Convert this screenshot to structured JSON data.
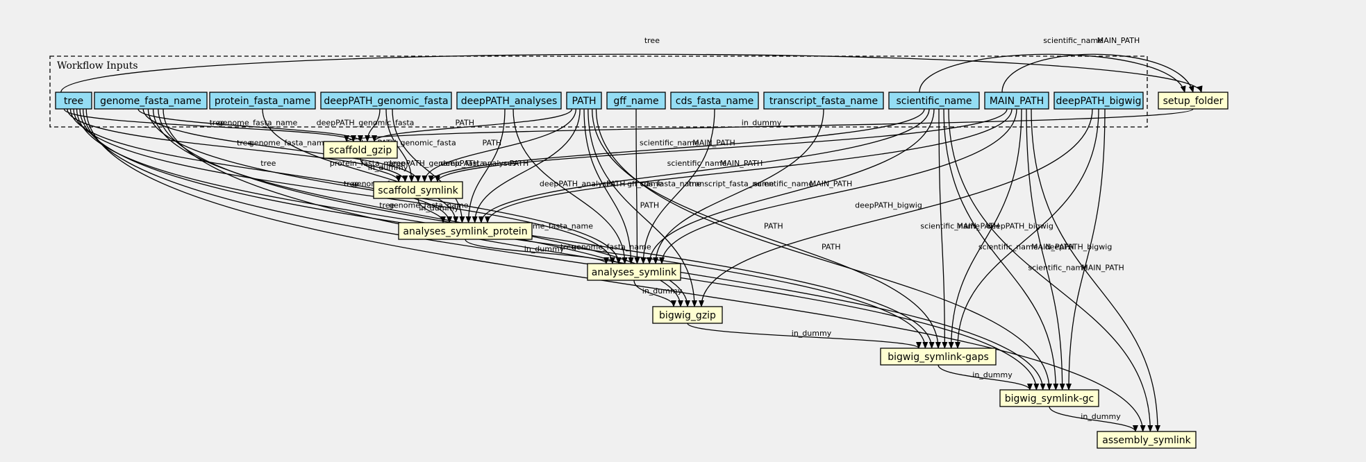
{
  "cluster": {
    "label": "Workflow Inputs"
  },
  "colors": {
    "background": "#f0f0f0",
    "input_fill": "#94ddf4",
    "step_fill": "#ffffd1",
    "stroke": "#000000"
  },
  "nodes": [
    {
      "id": "tree",
      "label": "tree",
      "kind": "input"
    },
    {
      "id": "genome_fasta_name",
      "label": "genome_fasta_name",
      "kind": "input"
    },
    {
      "id": "protein_fasta_name",
      "label": "protein_fasta_name",
      "kind": "input"
    },
    {
      "id": "deepPATH_genomic_fasta",
      "label": "deepPATH_genomic_fasta",
      "kind": "input"
    },
    {
      "id": "deepPATH_analyses",
      "label": "deepPATH_analyses",
      "kind": "input"
    },
    {
      "id": "PATH",
      "label": "PATH",
      "kind": "input"
    },
    {
      "id": "gff_name",
      "label": "gff_name",
      "kind": "input"
    },
    {
      "id": "cds_fasta_name",
      "label": "cds_fasta_name",
      "kind": "input"
    },
    {
      "id": "transcript_fasta_name",
      "label": "transcript_fasta_name",
      "kind": "input"
    },
    {
      "id": "scientific_name",
      "label": "scientific_name",
      "kind": "input"
    },
    {
      "id": "MAIN_PATH",
      "label": "MAIN_PATH",
      "kind": "input"
    },
    {
      "id": "deepPATH_bigwig",
      "label": "deepPATH_bigwig",
      "kind": "input"
    },
    {
      "id": "setup_folder",
      "label": "setup_folder",
      "kind": "step"
    },
    {
      "id": "scaffold_gzip",
      "label": "scaffold_gzip",
      "kind": "step"
    },
    {
      "id": "scaffold_symlink",
      "label": "scaffold_symlink",
      "kind": "step"
    },
    {
      "id": "analyses_symlink_protein",
      "label": "analyses_symlink_protein",
      "kind": "step"
    },
    {
      "id": "analyses_symlink",
      "label": "analyses_symlink",
      "kind": "step"
    },
    {
      "id": "bigwig_gzip",
      "label": "bigwig_gzip",
      "kind": "step"
    },
    {
      "id": "bigwig_symlink_gaps",
      "label": "bigwig_symlink-gaps",
      "kind": "step"
    },
    {
      "id": "bigwig_symlink_gc",
      "label": "bigwig_symlink-gc",
      "kind": "step"
    },
    {
      "id": "assembly_symlink",
      "label": "assembly_symlink",
      "kind": "step"
    }
  ],
  "edges": [
    {
      "from": "scientific_name",
      "to": "setup_folder",
      "label": "scientific_name"
    },
    {
      "from": "MAIN_PATH",
      "to": "setup_folder",
      "label": "MAIN_PATH"
    },
    {
      "from": "tree",
      "to": "setup_folder",
      "label": "tree"
    },
    {
      "from": "setup_folder",
      "to": "scaffold_gzip",
      "label": "in_dummy"
    },
    {
      "from": "tree",
      "to": "scaffold_gzip",
      "label": "tree"
    },
    {
      "from": "genome_fasta_name",
      "to": "scaffold_gzip",
      "label": "genome_fasta_name"
    },
    {
      "from": "deepPATH_genomic_fasta",
      "to": "scaffold_gzip",
      "label": "deepPATH_genomic_fasta"
    },
    {
      "from": "PATH",
      "to": "scaffold_gzip",
      "label": "PATH"
    },
    {
      "from": "scaffold_gzip",
      "to": "scaffold_symlink",
      "label": "in_dummy"
    },
    {
      "from": "tree",
      "to": "scaffold_symlink",
      "label": "tree"
    },
    {
      "from": "deepPATH_genomic_fasta",
      "to": "scaffold_symlink",
      "label": "deepPATH_genomic_fasta"
    },
    {
      "from": "genome_fasta_name",
      "to": "scaffold_symlink",
      "label": "genome_fasta_name"
    },
    {
      "from": "PATH",
      "to": "scaffold_symlink",
      "label": "PATH"
    },
    {
      "from": "scientific_name",
      "to": "scaffold_symlink",
      "label": "scientific_name"
    },
    {
      "from": "MAIN_PATH",
      "to": "scaffold_symlink",
      "label": "MAIN_PATH"
    },
    {
      "from": "scaffold_symlink",
      "to": "analyses_symlink_protein",
      "label": "in_dummy"
    },
    {
      "from": "tree",
      "to": "analyses_symlink_protein",
      "label": "tree"
    },
    {
      "from": "protein_fasta_name",
      "to": "analyses_symlink_protein",
      "label": "protein_fasta_name"
    },
    {
      "from": "deepPATH_genomic_fasta",
      "to": "analyses_symlink_protein",
      "label": "deepPATH_genomic_fasta"
    },
    {
      "from": "deepPATH_analyses",
      "to": "analyses_symlink_protein",
      "label": "deepPATH_analyses"
    },
    {
      "from": "PATH",
      "to": "analyses_symlink_protein",
      "label": "PATH"
    },
    {
      "from": "scientific_name",
      "to": "analyses_symlink_protein",
      "label": "scientific_name"
    },
    {
      "from": "MAIN_PATH",
      "to": "analyses_symlink_protein",
      "label": "MAIN_PATH"
    },
    {
      "from": "analyses_symlink_protein",
      "to": "analyses_symlink",
      "label": "in_dummy"
    },
    {
      "from": "tree",
      "to": "analyses_symlink",
      "label": "tree"
    },
    {
      "from": "genome_fasta_name",
      "to": "analyses_symlink",
      "label": "genome_fasta_name"
    },
    {
      "from": "deepPATH_analyses",
      "to": "analyses_symlink",
      "label": "deepPATH_analyses"
    },
    {
      "from": "PATH",
      "to": "analyses_symlink",
      "label": "PATH"
    },
    {
      "from": "gff_name",
      "to": "analyses_symlink",
      "label": "gff_name"
    },
    {
      "from": "cds_fasta_name",
      "to": "analyses_symlink",
      "label": "cds_fasta_name"
    },
    {
      "from": "scientific_name",
      "to": "analyses_symlink",
      "label": "scientific_name"
    },
    {
      "from": "transcript_fasta_name",
      "to": "analyses_symlink",
      "label": "transcript_fasta_name"
    },
    {
      "from": "MAIN_PATH",
      "to": "analyses_symlink",
      "label": "MAIN_PATH"
    },
    {
      "from": "analyses_symlink",
      "to": "bigwig_gzip",
      "label": "in_dummy"
    },
    {
      "from": "tree",
      "to": "bigwig_gzip",
      "label": "tree"
    },
    {
      "from": "genome_fasta_name",
      "to": "bigwig_gzip",
      "label": "genome_fasta_name"
    },
    {
      "from": "PATH",
      "to": "bigwig_gzip",
      "label": "PATH"
    },
    {
      "from": "deepPATH_bigwig",
      "to": "bigwig_gzip",
      "label": "deepPATH_bigwig"
    },
    {
      "from": "bigwig_gzip",
      "to": "bigwig_symlink_gaps",
      "label": "in_dummy"
    },
    {
      "from": "tree",
      "to": "bigwig_symlink_gaps",
      "label": "tree"
    },
    {
      "from": "genome_fasta_name",
      "to": "bigwig_symlink_gaps",
      "label": "genome_fasta_name"
    },
    {
      "from": "PATH",
      "to": "bigwig_symlink_gaps",
      "label": "PATH"
    },
    {
      "from": "scientific_name",
      "to": "bigwig_symlink_gaps",
      "label": "scientific_name"
    },
    {
      "from": "MAIN_PATH",
      "to": "bigwig_symlink_gaps",
      "label": "MAIN_PATH"
    },
    {
      "from": "deepPATH_bigwig",
      "to": "bigwig_symlink_gaps",
      "label": "deepPATH_bigwig"
    },
    {
      "from": "bigwig_symlink_gaps",
      "to": "bigwig_symlink_gc",
      "label": "in_dummy"
    },
    {
      "from": "tree",
      "to": "bigwig_symlink_gc",
      "label": "tree"
    },
    {
      "from": "genome_fasta_name",
      "to": "bigwig_symlink_gc",
      "label": "genome_fasta_name"
    },
    {
      "from": "PATH",
      "to": "bigwig_symlink_gc",
      "label": "PATH"
    },
    {
      "from": "scientific_name",
      "to": "bigwig_symlink_gc",
      "label": "scientific_name"
    },
    {
      "from": "MAIN_PATH",
      "to": "bigwig_symlink_gc",
      "label": "MAIN_PATH"
    },
    {
      "from": "deepPATH_bigwig",
      "to": "bigwig_symlink_gc",
      "label": "deepPATH_bigwig"
    },
    {
      "from": "bigwig_symlink_gc",
      "to": "assembly_symlink",
      "label": "in_dummy"
    },
    {
      "from": "tree",
      "to": "assembly_symlink",
      "label": "tree"
    },
    {
      "from": "scientific_name",
      "to": "assembly_symlink",
      "label": "scientific_name"
    },
    {
      "from": "MAIN_PATH",
      "to": "assembly_symlink",
      "label": "MAIN_PATH"
    }
  ]
}
